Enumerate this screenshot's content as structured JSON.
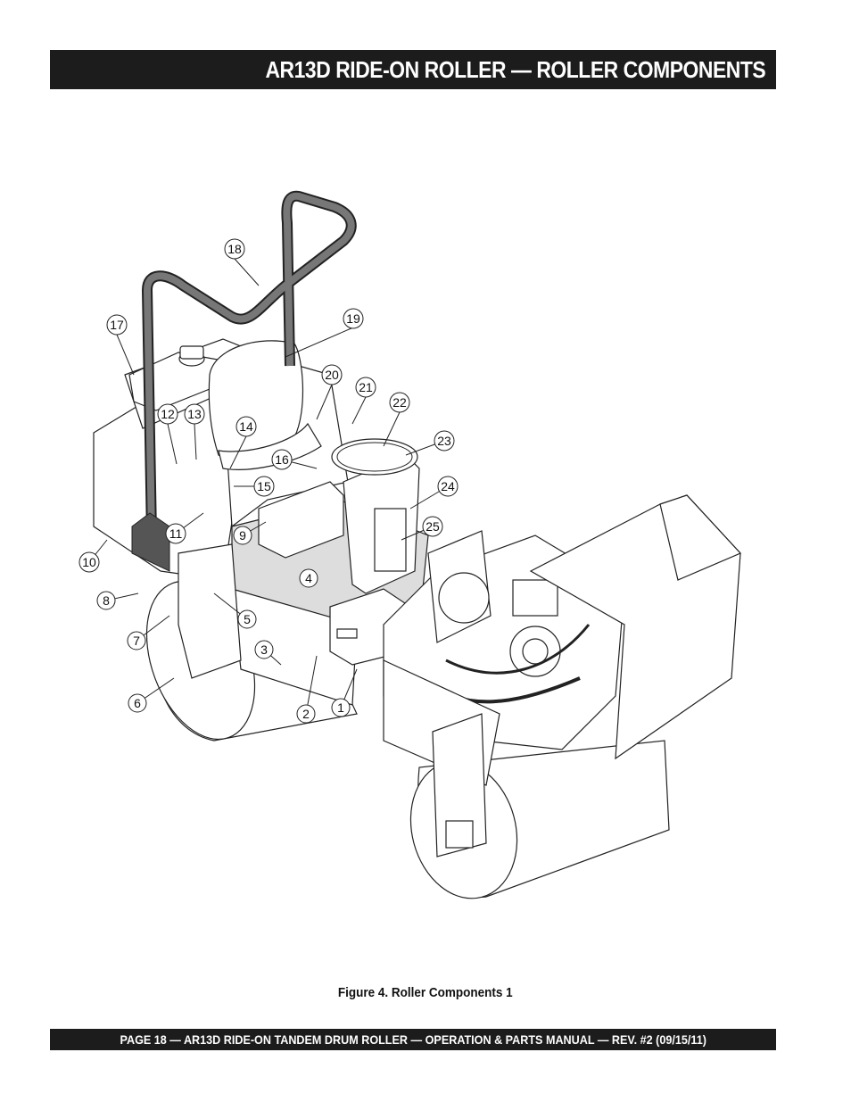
{
  "header": {
    "title": "AR13D RIDE-ON ROLLER — ROLLER COMPONENTS"
  },
  "figure": {
    "caption": "Figure 4. Roller Components 1",
    "callouts": [
      "1",
      "2",
      "3",
      "4",
      "5",
      "6",
      "7",
      "8",
      "9",
      "10",
      "11",
      "12",
      "13",
      "14",
      "15",
      "16",
      "17",
      "18",
      "19",
      "20",
      "21",
      "22",
      "23",
      "24",
      "25"
    ]
  },
  "footer": {
    "text": "PAGE 18 — AR13D RIDE-ON TANDEM DRUM ROLLER — OPERATION & PARTS MANUAL — REV. #2 (09/15/11)"
  }
}
